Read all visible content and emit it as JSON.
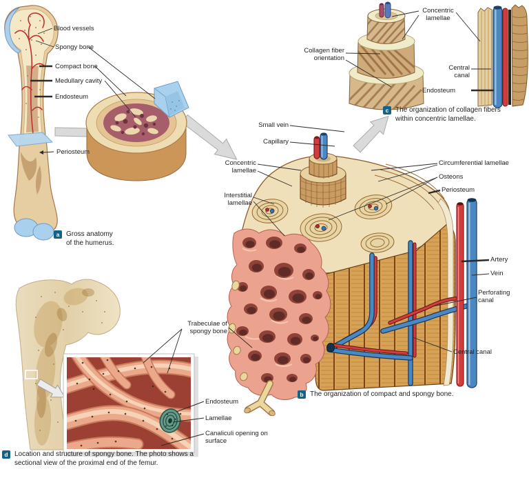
{
  "figure": {
    "subject": "Bone structure: compact and spongy bone organization"
  },
  "colors": {
    "caption_badge": "#136289",
    "leader_line": "#2e2a28",
    "bone_tan": "#d7a254",
    "top_face_cream": "#efe0ba",
    "spongy_pink": "#eba28e",
    "artery_red": "#cf3d3d",
    "vein_blue": "#4b87c0",
    "cartilage_blue": "#a9d0ec"
  },
  "panels": {
    "a": {
      "caption_letter": "a",
      "caption": "Gross anatomy of the humerus.",
      "labels": {
        "blood_vessels": "Blood vessels",
        "spongy_bone": "Spongy bone",
        "compact_bone": "Compact bone",
        "medullary_cavity": "Medullary cavity",
        "endosteum": "Endosteum",
        "periosteum": "Periosteum"
      }
    },
    "b": {
      "caption_letter": "b",
      "caption": "The organization of compact and spongy bone.",
      "labels": {
        "small_vein": "Small vein",
        "capillary": "Capillary",
        "concentric_lamellae": "Concentric lamellae",
        "interstitial_lamellae": "Interstitial lamellae",
        "circumferential_lamellae": "Circumferential lamellae",
        "osteons": "Osteons",
        "periosteum": "Periosteum",
        "artery": "Artery",
        "vein": "Vein",
        "perforating_canal": "Perforating canal",
        "central_canal": "Central canal",
        "trabeculae": "Trabeculae of spongy bone"
      }
    },
    "c": {
      "caption_letter": "c",
      "caption": "The organization of collagen fibers within concentric lamellae.",
      "labels": {
        "concentric_lamellae": "Concentric lamellae",
        "collagen_fiber_orientation": "Collagen fiber orientation",
        "central_canal": "Central canal",
        "endosteum": "Endosteum"
      }
    },
    "d": {
      "caption_letter": "d",
      "caption": "Location and structure of spongy bone. The photo shows a sectional view of the proximal end of the femur.",
      "labels": {
        "endosteum": "Endosteum",
        "lamellae": "Lamellae",
        "canaliculi": "Canaliculi opening on surface"
      }
    }
  }
}
